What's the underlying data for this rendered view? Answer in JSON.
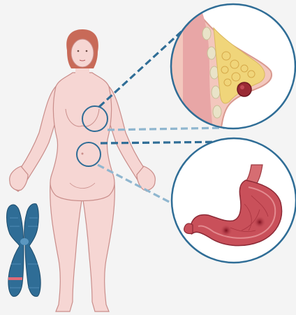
{
  "colors": {
    "background": "#f4f4f4",
    "skin": "#f6d6d3",
    "skin_outline": "#c98d8a",
    "hair": "#c86a58",
    "callout_circle": "#2f6d96",
    "callout_line_dark": "#2f6d96",
    "callout_line_light": "#8fb6cf",
    "chromosome": "#2f6d96",
    "chromosome_band": "#e06a78",
    "breast_tissue": "#f0d57a",
    "tumor": "#9a2a34",
    "stomach": "#c9505a"
  },
  "figure": {
    "subject": "female-body",
    "highlighted_organs": [
      "breast",
      "stomach"
    ]
  },
  "insets": [
    {
      "organ": "breast",
      "icon": "breast-cross-section-with-tumor-icon"
    },
    {
      "organ": "stomach",
      "icon": "stomach-with-lesions-icon"
    }
  ],
  "chromosome": {
    "icon": "chromosome-icon",
    "marked_band": true
  }
}
